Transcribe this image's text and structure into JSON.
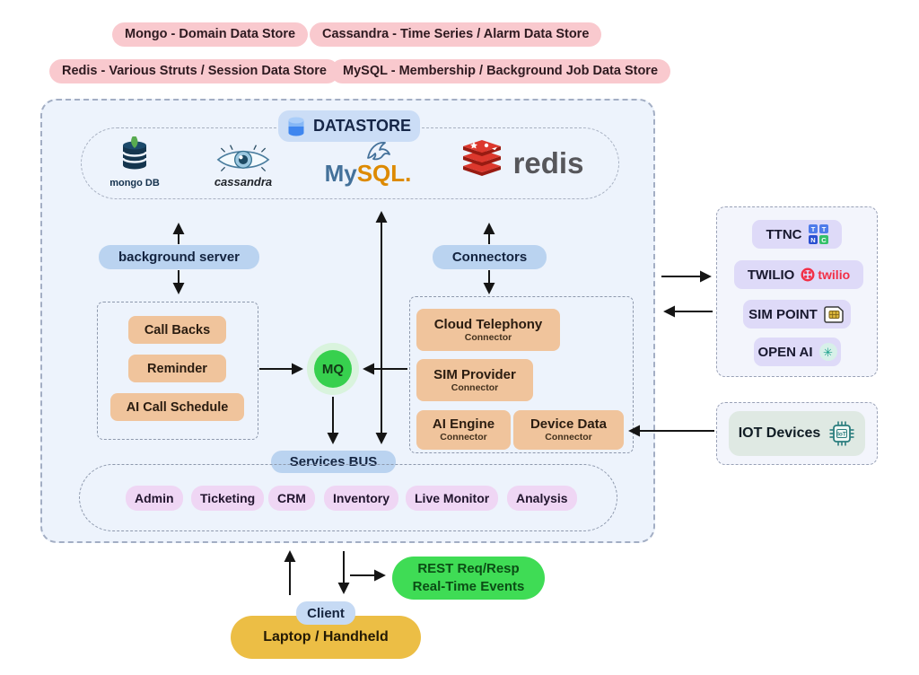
{
  "legend": {
    "items": [
      {
        "label": "Mongo - Domain Data Store"
      },
      {
        "label": "Cassandra - Time Series / Alarm Data Store"
      },
      {
        "label": "Redis - Various Struts / Session Data Store"
      },
      {
        "label": "MySQL - Membership / Background Job Data Store"
      }
    ]
  },
  "datastore": {
    "title": "DATASTORE",
    "mongo_label": "mongo DB",
    "cassandra_label": "cassandra",
    "mysql_my": "My",
    "mysql_sql": "SQL.",
    "redis_label": "redis"
  },
  "background_server": {
    "label": "background server"
  },
  "connectors_pill": {
    "label": "Connectors"
  },
  "jobs_box": {
    "items": [
      {
        "label": "Call Backs"
      },
      {
        "label": "Reminder"
      },
      {
        "label": "AI Call Schedule"
      }
    ]
  },
  "mq": {
    "label": "MQ"
  },
  "connector_box": {
    "items": [
      {
        "title": "Cloud Telephony",
        "subtitle": "Connector"
      },
      {
        "title": "SIM Provider",
        "subtitle": "Connector"
      },
      {
        "title": "AI Engine",
        "subtitle": "Connector"
      },
      {
        "title": "Device Data",
        "subtitle": "Connector"
      }
    ]
  },
  "services_bus": {
    "label": "Services BUS",
    "services": [
      "Admin",
      "Ticketing",
      "CRM",
      "Inventory",
      "Live Monitor",
      "Analysis"
    ]
  },
  "rest_events": {
    "line1": "REST Req/Resp",
    "line2": "Real-Time Events"
  },
  "client": {
    "label": "Client",
    "device": "Laptop / Handheld"
  },
  "providers": {
    "items": [
      {
        "label": "TTNC"
      },
      {
        "label": "TWILIO",
        "logo_text": "twilio"
      },
      {
        "label": "SIM POINT"
      },
      {
        "label": "OPEN AI"
      }
    ],
    "ttnc_grid": [
      "T",
      "T",
      "N",
      "C"
    ]
  },
  "iot": {
    "label": "IOT Devices",
    "chip_text": "IoT"
  },
  "colors": {
    "legend_pink": "#f9c9ce",
    "blue_pill": "#bad3f0",
    "orange_pill": "#f0c49c",
    "service_purple": "#efd6f4",
    "provider_lavender": "#dedaf8",
    "mq_green": "#37d04e",
    "rest_green": "#3fdc55",
    "client_yellow": "#ecbe45",
    "iot_pill_green": "#dfe9e3",
    "main_box_fill": "#edf3fc"
  }
}
